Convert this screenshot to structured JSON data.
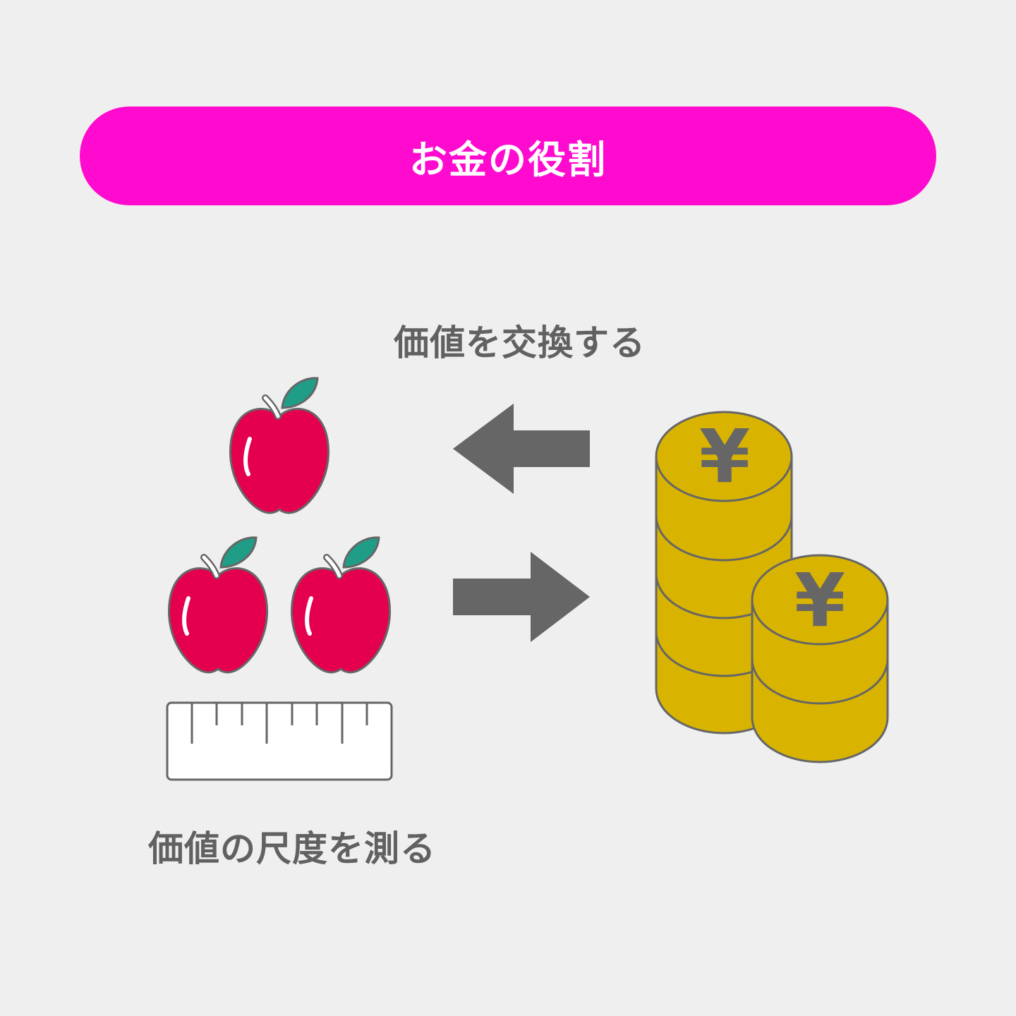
{
  "title": "お金の役割",
  "labels": {
    "exchange": "価値を交換する",
    "measure": "価値の尺度を測る"
  },
  "coin_symbol": "¥",
  "icons": {
    "apples": "apple-icon",
    "ruler": "ruler-icon",
    "coins": "yen-coin-stack-icon",
    "arrow_left": "arrow-left-icon",
    "arrow_right": "arrow-right-icon"
  },
  "colors": {
    "background": "#efefef",
    "banner": "#ff0bcf",
    "text": "#616161",
    "apple": "#e4004f",
    "leaf": "#1f9d86",
    "coin": "#d8b400",
    "outline": "#666666",
    "arrow": "#666666"
  }
}
